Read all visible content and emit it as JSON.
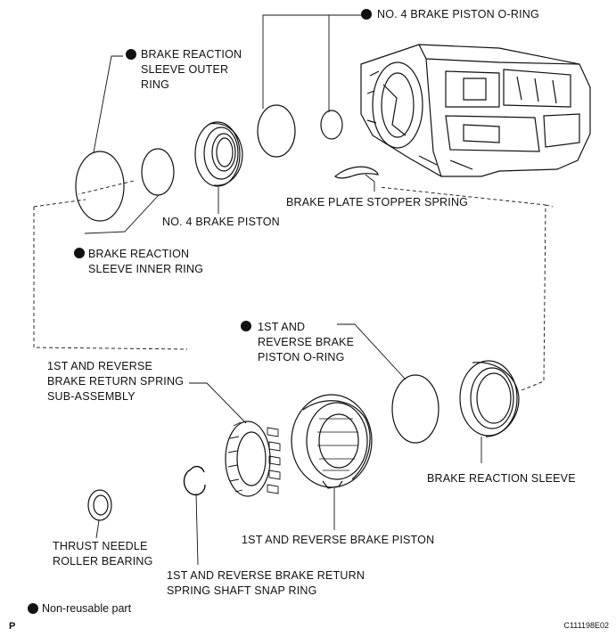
{
  "labels": {
    "no4_oring": "NO. 4 BRAKE PISTON O-RING",
    "outer_ring": "BRAKE REACTION\nSLEEVE OUTER\nRING",
    "no4_piston": "NO. 4 BRAKE PISTON",
    "stopper_spring": "BRAKE PLATE STOPPER SPRING",
    "inner_ring": "BRAKE REACTION\nSLEEVE INNER RING",
    "rev_oring": "1ST AND\nREVERSE BRAKE\nPISTON O-RING",
    "return_spring": "1ST AND REVERSE\nBRAKE RETURN SPRING\nSUB-ASSEMBLY",
    "reaction_sleeve": "BRAKE REACTION SLEEVE",
    "rev_piston": "1ST AND REVERSE BRAKE PISTON",
    "thrust_bearing": "THRUST NEEDLE\nROLLER BEARING",
    "snap_ring": "1ST AND REVERSE BRAKE RETURN\nSPRING SHAFT SNAP RING"
  },
  "legend": {
    "text": "Non-reusable part"
  },
  "footer": {
    "page_marker": "P",
    "figure_code": "C111198E02"
  },
  "colors": {
    "line": "#111111",
    "background": "#ffffff"
  }
}
